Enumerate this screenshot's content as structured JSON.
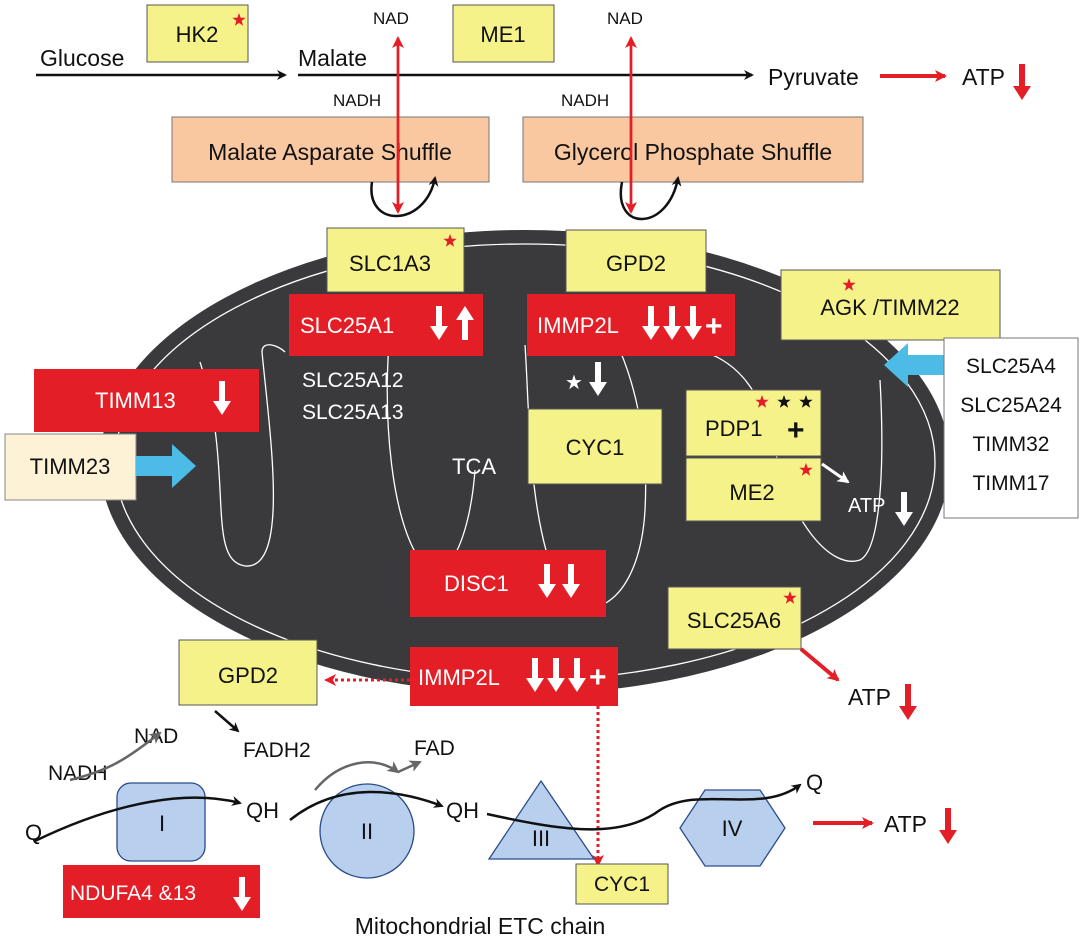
{
  "colors": {
    "red": "#e41e26",
    "yellow": "#f6f28a",
    "orange": "#f9c8a0",
    "cream": "#fdf1d6",
    "mito": "#3a3a3c",
    "blue": "#4cbbe6",
    "complex": "#b8d0ee"
  },
  "top": {
    "glucose": "Glucose",
    "malate": "Malate",
    "pyruvate": "Pyruvate",
    "atp": "ATP",
    "nad_left": "NAD",
    "nadh_left": "NADH",
    "nad_right": "NAD",
    "nadh_right": "NADH",
    "hk2": "HK2",
    "me1": "ME1",
    "malate_shuffle": "Malate Asparate Shuffle",
    "glycerol_shuffle": "Glycerol Phosphate Shuffle"
  },
  "mito": {
    "slc1a3": "SLC1A3",
    "gpd2_top": "GPD2",
    "slc25a1": "SLC25A1",
    "immp2l_top": "IMMP2L",
    "agk": "AGK /TIMM22",
    "timm13": "TIMM13",
    "slc25a12": "SLC25A12",
    "slc25a13": "SLC25A13",
    "timm23": "TIMM23",
    "tca": "TCA",
    "cyc1_mid": "CYC1",
    "pdp1": "PDP1",
    "me2": "ME2",
    "atp_me2": "ATP",
    "disc1": "DISC1",
    "slc25a6": "SLC25A6",
    "immp2l_bottom": "IMMP2L",
    "gpd2_bottom": "GPD2",
    "atp_slc25a6": "ATP"
  },
  "carriers": [
    "SLC25A4",
    "SLC25A24",
    "TIMM32",
    "TIMM17"
  ],
  "etc": {
    "fadh2": "FADH2",
    "fad": "FAD",
    "nad": "NAD",
    "nadh": "NADH",
    "q_left": "Q",
    "qh1": "QH",
    "qh2": "QH",
    "q_right": "Q",
    "complex_i": "I",
    "complex_ii": "II",
    "complex_iii": "III",
    "complex_iv": "IV",
    "atp": "ATP",
    "cyc1": "CYC1",
    "ndufa": "NDUFA4 &13",
    "caption": "Mitochondrial ETC chain"
  }
}
